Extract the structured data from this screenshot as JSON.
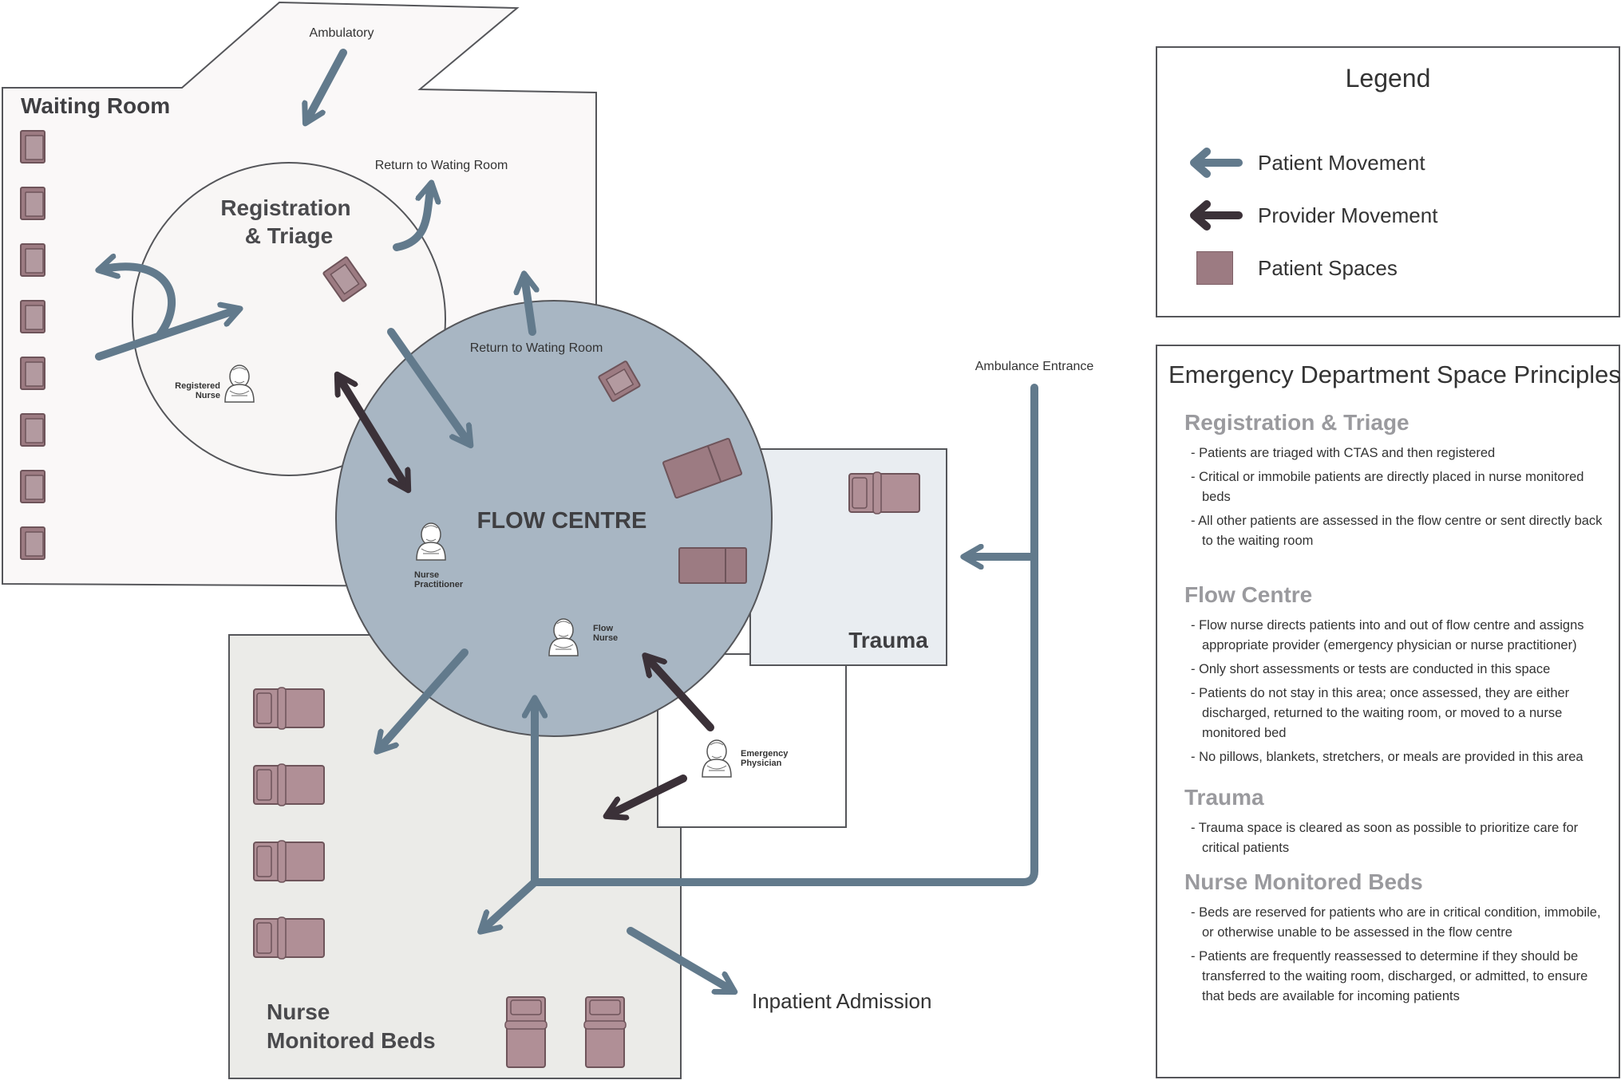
{
  "colors": {
    "patient_arrow": "#627a8c",
    "provider_arrow": "#3b3138",
    "patient_space": "#9c7b82",
    "flow_centre_fill": "#a8b6c3",
    "waiting_room_fill": "#faf8f8",
    "nurse_beds_fill": "#ebebe8",
    "trauma_fill": "#e9edf1"
  },
  "diagram": {
    "waiting_room_label": "Waiting Room",
    "ambulatory_label": "Ambulatory",
    "registration_label_line1": "Registration",
    "registration_label_line2": "& Triage",
    "return_waiting_room_1": "Return to Wating Room",
    "return_waiting_room_2": "Return to Wating Room",
    "flow_centre_label": "FLOW CENTRE",
    "ambulance_entrance_label": "Ambulance Entrance",
    "trauma_label": "Trauma",
    "nurse_beds_label_line1": "Nurse",
    "nurse_beds_label_line2": "Monitored Beds",
    "inpatient_admission_label": "Inpatient Admission",
    "registered_nurse_line1": "Registered",
    "registered_nurse_line2": "Nurse",
    "nurse_practitioner_line1": "Nurse",
    "nurse_practitioner_line2": "Practitioner",
    "flow_nurse_line1": "Flow",
    "flow_nurse_line2": "Nurse",
    "emergency_physician_line1": "Emergency",
    "emergency_physician_line2": "Physician"
  },
  "legend": {
    "title": "Legend",
    "items": [
      {
        "label": "Patient Movement",
        "icon": "patient-arrow-icon"
      },
      {
        "label": "Provider Movement",
        "icon": "provider-arrow-icon"
      },
      {
        "label": "Patient Spaces",
        "icon": "patient-space-swatch"
      }
    ]
  },
  "principles": {
    "title": "Emergency Department Space Principles",
    "sections": [
      {
        "heading": "Registration & Triage",
        "bullets": [
          "- Patients are triaged with CTAS and then registered",
          "- Critical or immobile patients are directly placed in nurse monitored beds",
          "- All other patients are assessed in the flow centre or sent directly back to the waiting room"
        ]
      },
      {
        "heading": "Flow Centre",
        "bullets": [
          "- Flow nurse directs patients into and out of flow centre and assigns appropriate provider (emergency physician or nurse practitioner)",
          "- Only short assessments or tests are conducted in this space",
          "- Patients do not stay in this area; once assessed, they are either discharged, returned to the waiting room, or moved to a nurse monitored bed",
          "- No pillows, blankets, stretchers, or meals are provided in this area"
        ]
      },
      {
        "heading": "Trauma",
        "bullets": [
          "- Trauma space is cleared as soon as possible to prioritize care for critical patients"
        ]
      },
      {
        "heading": "Nurse Monitored Beds",
        "bullets": [
          "- Beds are reserved for patients who are in critical condition, immobile, or otherwise unable to be assessed in the flow centre",
          "- Patients are frequently reassessed to determine if they should be transferred to the waiting room, discharged, or admitted, to ensure that beds are available for incoming patients"
        ]
      }
    ]
  }
}
